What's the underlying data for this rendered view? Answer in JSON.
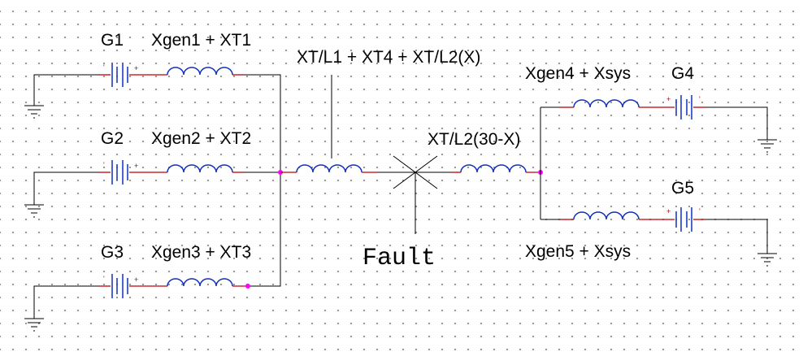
{
  "generators": [
    "G1",
    "G2",
    "G3",
    "G4",
    "G5"
  ],
  "reactances": {
    "g1": "Xgen1 + XT1",
    "g2": "Xgen2 + XT2",
    "g3": "Xgen3 + XT3",
    "left_line": "XT/L1 + XT4 + XT/L2(X)",
    "right_line": "XT/L2(30-X)",
    "g4": "Xgen4 + Xsys",
    "g5": "Xgen5 + Xsys"
  },
  "fault_label": "Fault",
  "polarity": {
    "plus": "+",
    "minus": "'"
  },
  "colors": {
    "wire": "#000000",
    "terminal": "#c00000",
    "battery": "#1030c0",
    "node": "#ff00ff"
  }
}
